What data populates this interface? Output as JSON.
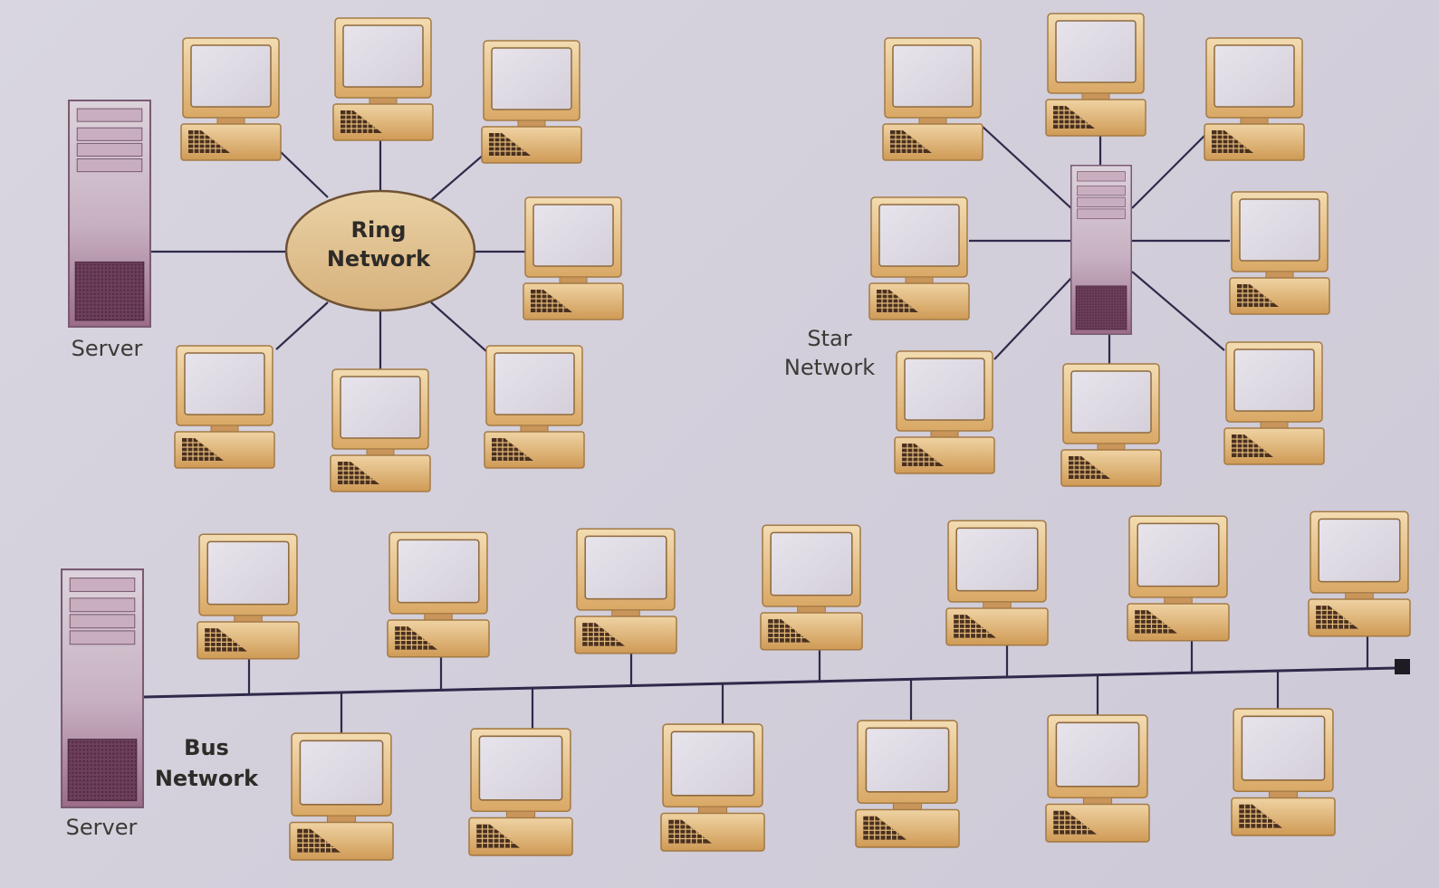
{
  "ring": {
    "label_line1": "Ring",
    "label_line2": "Network",
    "server_label": "Server"
  },
  "star": {
    "label_line1": "Star",
    "label_line2": "Network"
  },
  "bus": {
    "label_line1": "Bus",
    "label_line2": "Network",
    "server_label": "Server"
  },
  "colors": {
    "background": "#d5d2dc",
    "monitor_frame": "#e6c48a",
    "monitor_screen": "#dcd6e2",
    "keyboard_base": "#dcae6a",
    "server_top": "#cfc5d0",
    "server_bottom": "#8c5e79",
    "cable": "#2f2a4a"
  }
}
